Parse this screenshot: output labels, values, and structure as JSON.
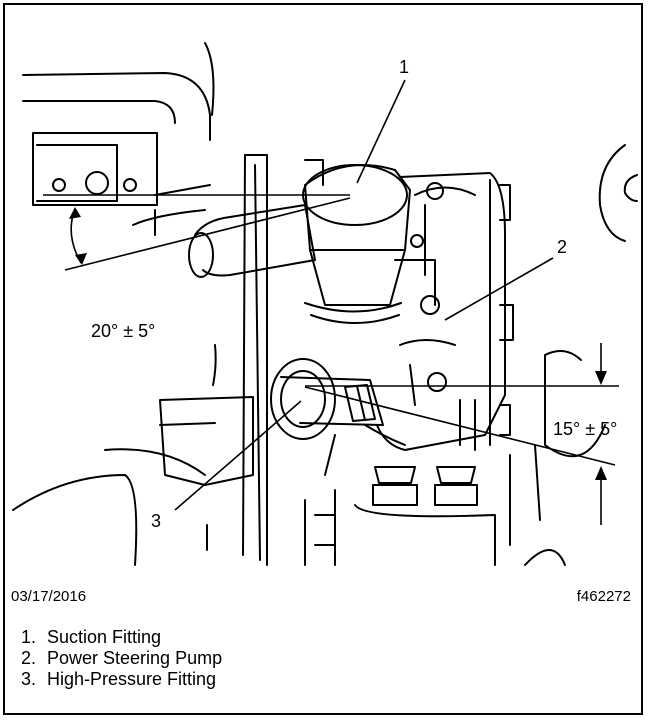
{
  "figure": {
    "date": "03/17/2016",
    "code": "f462272",
    "callouts": [
      "1",
      "2",
      "3"
    ],
    "angle_upper": "20° ± 5°",
    "angle_lower": "15° ± 5°"
  },
  "legend": [
    {
      "num": "1.",
      "label": "Suction Fitting"
    },
    {
      "num": "2.",
      "label": "Power Steering Pump"
    },
    {
      "num": "3.",
      "label": "High-Pressure Fitting"
    }
  ]
}
